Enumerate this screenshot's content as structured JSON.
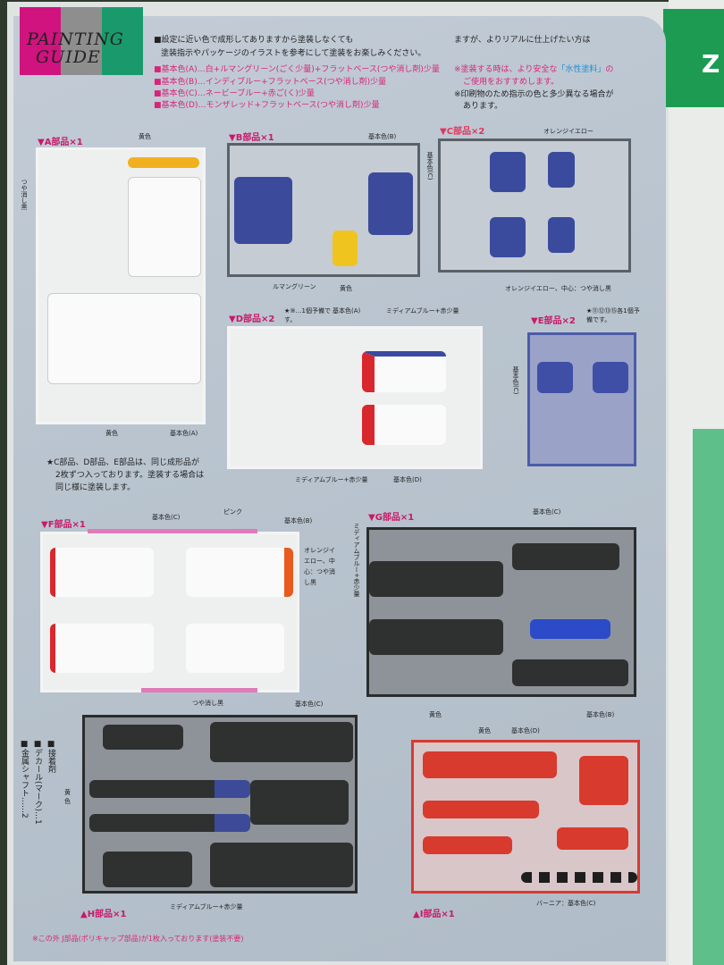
{
  "logo": {
    "text_line1": "PAINTING",
    "text_line2": "GUIDE",
    "colors": [
      "#d0137e",
      "#8e8e8e",
      "#1a9a6c"
    ]
  },
  "intro": {
    "line1": "■設定に近い色で成形してありますから塗装しなくても",
    "line1b": "ますが、よりリアルに仕上げたい方は",
    "line2": "塗装指示やパッケージのイラストを参考にして塗装をお楽しみください。",
    "colors": [
      "■基本色(A)…白+ルマングリーン(ごく少量)+フラットベース(つや消し剤)少量",
      "■基本色(B)…インディブルー+フラットベース(つや消し剤)少量",
      "■基本色(C)…ネービーブルー+赤ご(く)少量",
      "■基本色(D)…モンザレッド+フラットベース(つや消し剤)少量"
    ],
    "safety1": "※塗装する時は、より安全な",
    "safety_highlight": "「水性塗料」",
    "safety1b": "の",
    "safety2": "ご使用をおすすめします。",
    "print1": "※印刷物のため指示の色と多少異なる場合が",
    "print2": "あります。"
  },
  "sections": {
    "A": {
      "label": "▼A部品×1",
      "ann": [
        "黄色",
        "つや消し黒",
        "黄色",
        "基本色(A)"
      ]
    },
    "B": {
      "label": "▼B部品×1",
      "ann": [
        "基本色(B)",
        "ルマングリーン",
        "黄色"
      ]
    },
    "C": {
      "label": "▼C部品×2",
      "ann": [
        "オレンジイエロー",
        "基本色(C)",
        "オレンジイエロー、中心：つや消し黒"
      ]
    },
    "D": {
      "label": "▼D部品×2",
      "ann": [
        "★⑨…1個予備です。",
        "基本色(A)",
        "ミディアムブルー+赤少量",
        "ミディアムブルー+赤少量",
        "基本色(D)"
      ]
    },
    "E": {
      "label": "▼E部品×2",
      "ann": [
        "★⑪⑫⑬⑮各1個予備です。",
        "基本色(C)"
      ]
    },
    "F": {
      "label": "▼F部品×1",
      "ann": [
        "基本色(C)",
        "ピンク",
        "基本色(B)",
        "オレンジイエロー、中心：つや消し黒",
        "つや消し黒"
      ]
    },
    "G": {
      "label": "▼G部品×1",
      "ann": [
        "基本色(C)",
        "ミディアムブルー+赤少量",
        "黄色",
        "基本色(B)"
      ]
    },
    "H": {
      "label": "▲H部品×1",
      "ann": [
        "基本色(C)",
        "黄色",
        "ミディアムブルー+赤少量"
      ]
    },
    "I": {
      "label": "▲I部品×1",
      "ann": [
        "黄色",
        "基本色(D)",
        "バーニア：基本色(C)"
      ]
    }
  },
  "cde_note": [
    "★C部品、D部品、E部品は、同じ成形品が",
    "2枚ずつ入っております。塗装する場合は",
    "同じ様に塗装します。"
  ],
  "extras": [
    "■接着剤",
    "■デカール(マーク)…1",
    "■金属シャフト……2"
  ],
  "footer_note": "※この外 J部品(ポリキャップ部品)が1枚入っております(塗装不要)",
  "right_page": {
    "letter": "Z"
  }
}
